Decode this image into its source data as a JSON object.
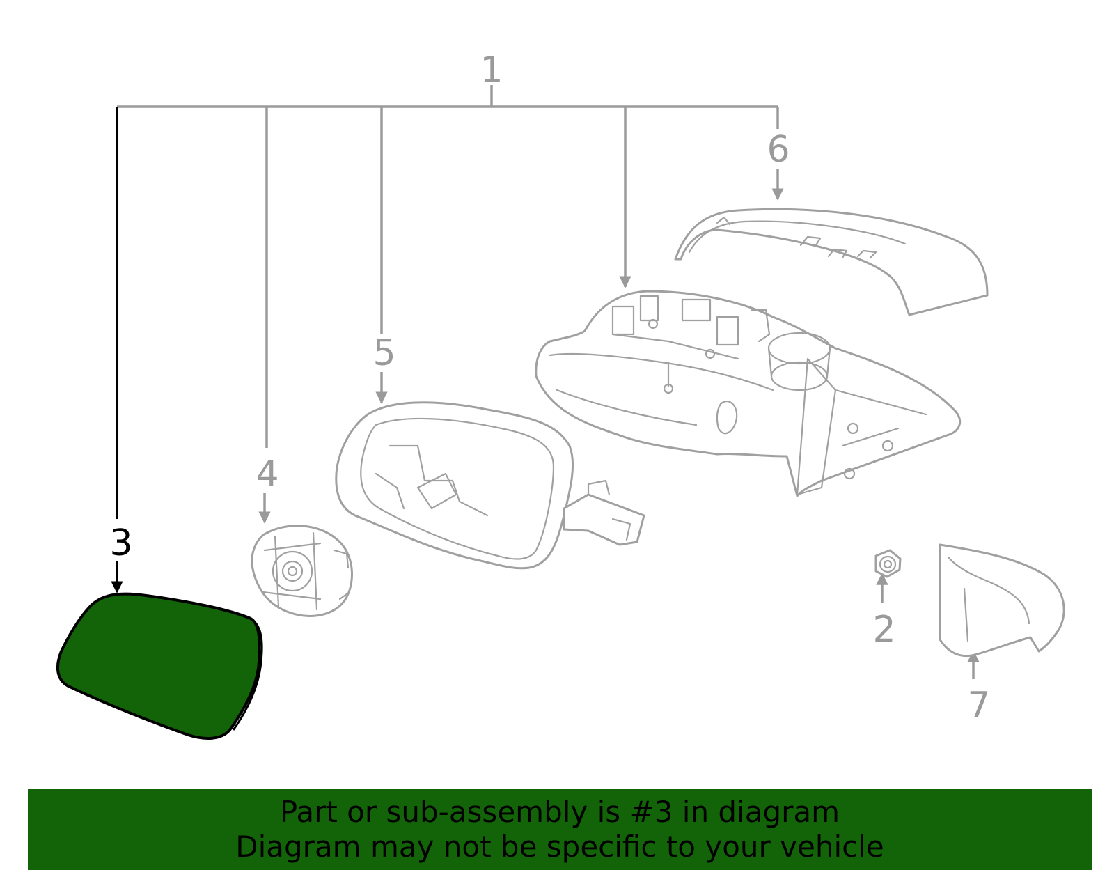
{
  "diagram": {
    "callouts": {
      "c1": "1",
      "c2": "2",
      "c3": "3",
      "c4": "4",
      "c5": "5",
      "c6": "6",
      "c7": "7"
    },
    "highlight_part": "3",
    "colors": {
      "highlight_fill": "#136309",
      "line_gray": "#9a9a9a",
      "banner_bg": "#136309"
    }
  },
  "banner": {
    "line1": "Part or sub-assembly is #3 in diagram",
    "line2": "Diagram may not be specific to your vehicle"
  }
}
